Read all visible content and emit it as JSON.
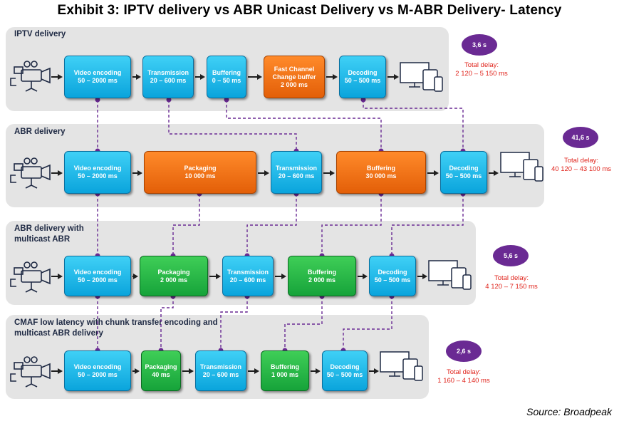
{
  "title": "Exhibit 3: IPTV delivery vs ABR Unicast Delivery vs M-ABR Delivery- Latency",
  "source": "Source: Broadpeak",
  "colors": {
    "blue_box": "#0aa4dc",
    "orange_box": "#e35f08",
    "green_box": "#16a33a",
    "badge": "#6a2a93",
    "delay_text": "#e0231b",
    "connector": "#6a2a93",
    "panel": "#e4e4e4"
  },
  "icons": {
    "source": "video-camera-icon",
    "output": "screen-devices-icon"
  },
  "rows": [
    {
      "label": "IPTV delivery",
      "badge": "3,6 s",
      "total_label": "Total delay:",
      "total_value": "2 120 – 5 150 ms",
      "steps": [
        {
          "name": "Video encoding",
          "value": "50 – 2000 ms",
          "color": "blue"
        },
        {
          "name": "Transmission",
          "value": "20 – 600 ms",
          "color": "blue"
        },
        {
          "name": "Buffering",
          "value": "0 – 50 ms",
          "color": "blue"
        },
        {
          "name": "Fast Channel Change buffer",
          "value": "2 000 ms",
          "color": "orange"
        },
        {
          "name": "Decoding",
          "value": "50 – 500 ms",
          "color": "blue"
        }
      ]
    },
    {
      "label": "ABR delivery",
      "badge": "41,6 s",
      "total_label": "Total delay:",
      "total_value": "40 120 – 43 100 ms",
      "steps": [
        {
          "name": "Video encoding",
          "value": "50 – 2000 ms",
          "color": "blue"
        },
        {
          "name": "Packaging",
          "value": "10 000 ms",
          "color": "orange"
        },
        {
          "name": "Transmission",
          "value": "20 – 600 ms",
          "color": "blue"
        },
        {
          "name": "Buffering",
          "value": "30 000 ms",
          "color": "orange"
        },
        {
          "name": "Decoding",
          "value": "50 – 500 ms",
          "color": "blue"
        }
      ]
    },
    {
      "label": "ABR delivery with multicast ABR",
      "badge": "5,6 s",
      "total_label": "Total delay:",
      "total_value": "4 120 – 7 150 ms",
      "steps": [
        {
          "name": "Video encoding",
          "value": "50 – 2000 ms",
          "color": "blue"
        },
        {
          "name": "Packaging",
          "value": "2 000 ms",
          "color": "green"
        },
        {
          "name": "Transmission",
          "value": "20 – 600 ms",
          "color": "blue"
        },
        {
          "name": "Buffering",
          "value": "2 000 ms",
          "color": "green"
        },
        {
          "name": "Decoding",
          "value": "50 – 500 ms",
          "color": "blue"
        }
      ]
    },
    {
      "label": "CMAF low latency with chunk transfer encoding and multicast ABR delivery",
      "badge": "2,6 s",
      "total_label": "Total delay:",
      "total_value": "1 160 – 4 140 ms",
      "steps": [
        {
          "name": "Video encoding",
          "value": "50 – 2000 ms",
          "color": "blue"
        },
        {
          "name": "Packaging",
          "value": "40 ms",
          "color": "green"
        },
        {
          "name": "Transmission",
          "value": "20 – 600 ms",
          "color": "blue"
        },
        {
          "name": "Buffering",
          "value": "1 000 ms",
          "color": "green"
        },
        {
          "name": "Decoding",
          "value": "50 – 500 ms",
          "color": "blue"
        }
      ]
    }
  ]
}
